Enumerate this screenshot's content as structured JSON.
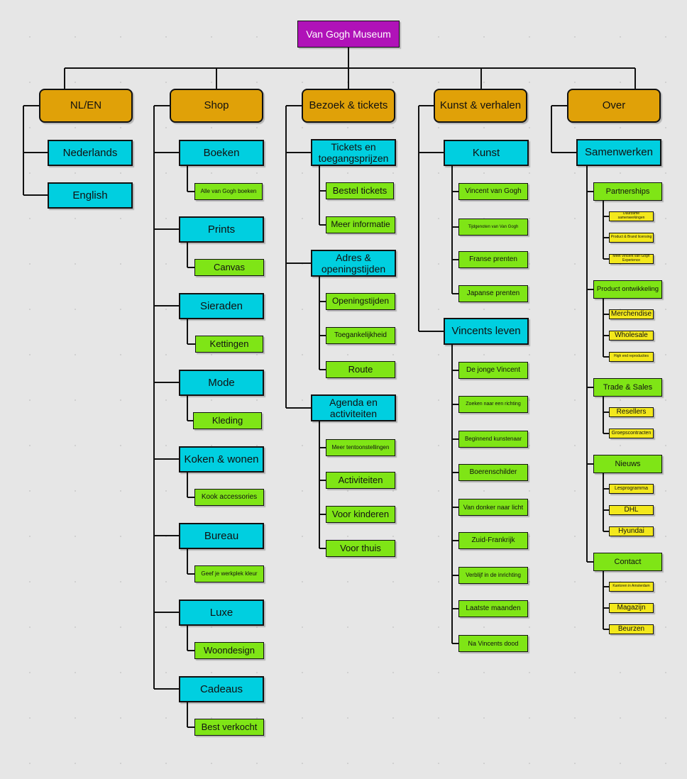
{
  "root": "Van Gogh Museum",
  "nl_en": {
    "label": "NL/EN",
    "items": [
      "Nederlands",
      "English"
    ]
  },
  "shop": {
    "label": "Shop",
    "subs": [
      {
        "label": "Boeken",
        "child": "Alle van Gogh boeken"
      },
      {
        "label": "Prints",
        "child": "Canvas"
      },
      {
        "label": "Sieraden",
        "child": "Kettingen"
      },
      {
        "label": "Mode",
        "child": "Kleding"
      },
      {
        "label": "Koken & wonen",
        "child": "Kook accessories"
      },
      {
        "label": "Bureau",
        "child": "Geef je werkplek kleur"
      },
      {
        "label": "Luxe",
        "child": "Woondesign"
      },
      {
        "label": "Cadeaus",
        "child": "Best verkocht"
      }
    ]
  },
  "bezoek": {
    "label": "Bezoek & tickets",
    "subs": [
      {
        "label": "Tickets en toegangsprijzen",
        "children": [
          "Bestel tickets",
          "Meer informatie"
        ]
      },
      {
        "label": "Adres & openingstijden",
        "children": [
          "Openingstijden",
          "Toegankelijkheid",
          "Route"
        ]
      },
      {
        "label": "Agenda en activiteiten",
        "children": [
          "Meer tentoonstellingen",
          "Activiteiten",
          "Voor kinderen",
          "Voor thuis"
        ]
      }
    ]
  },
  "kunst": {
    "label": "Kunst & verhalen",
    "subs": [
      {
        "label": "Kunst",
        "children": [
          "Vincent van Gogh",
          "Tijdgenoten van Van Gogh",
          "Franse prenten",
          "Japanse prenten"
        ]
      },
      {
        "label": "Vincents leven",
        "children": [
          "De jonge Vincent",
          "Zoeken naar een richting",
          "Beginnend kunstenaar",
          "Boerenschilder",
          "Van donker naar licht",
          "Zuid-Frankrijk",
          "Verblijf in de inrichting",
          "Laatste maanden",
          "Na Vincents dood"
        ]
      }
    ]
  },
  "over": {
    "label": "Over",
    "sub": "Samenwerken",
    "groups": [
      {
        "label": "Partnerships",
        "children": [
          "Duurzame samenwerkingen",
          "Product & Brand licensing",
          "Meet Vincent van Gogh Experience"
        ]
      },
      {
        "label": "Product ontwikkeling",
        "children": [
          "Merchendise",
          "Wholesale",
          "High end reproducties"
        ]
      },
      {
        "label": "Trade & Sales",
        "children": [
          "Resellers",
          "Groepscontracten"
        ]
      },
      {
        "label": "Nieuws",
        "children": [
          "Lesprogramma",
          "DHL",
          "Hyundai"
        ]
      },
      {
        "label": "Contact",
        "children": [
          "Kantoren in Amsterdam",
          "Magazijn",
          "Beurzen"
        ]
      }
    ]
  },
  "colors": {
    "root": "#b012b8",
    "category": "#e0a108",
    "subcategory": "#00cfe0",
    "leaf": "#7fe516",
    "third_level": "#f3e81c"
  }
}
